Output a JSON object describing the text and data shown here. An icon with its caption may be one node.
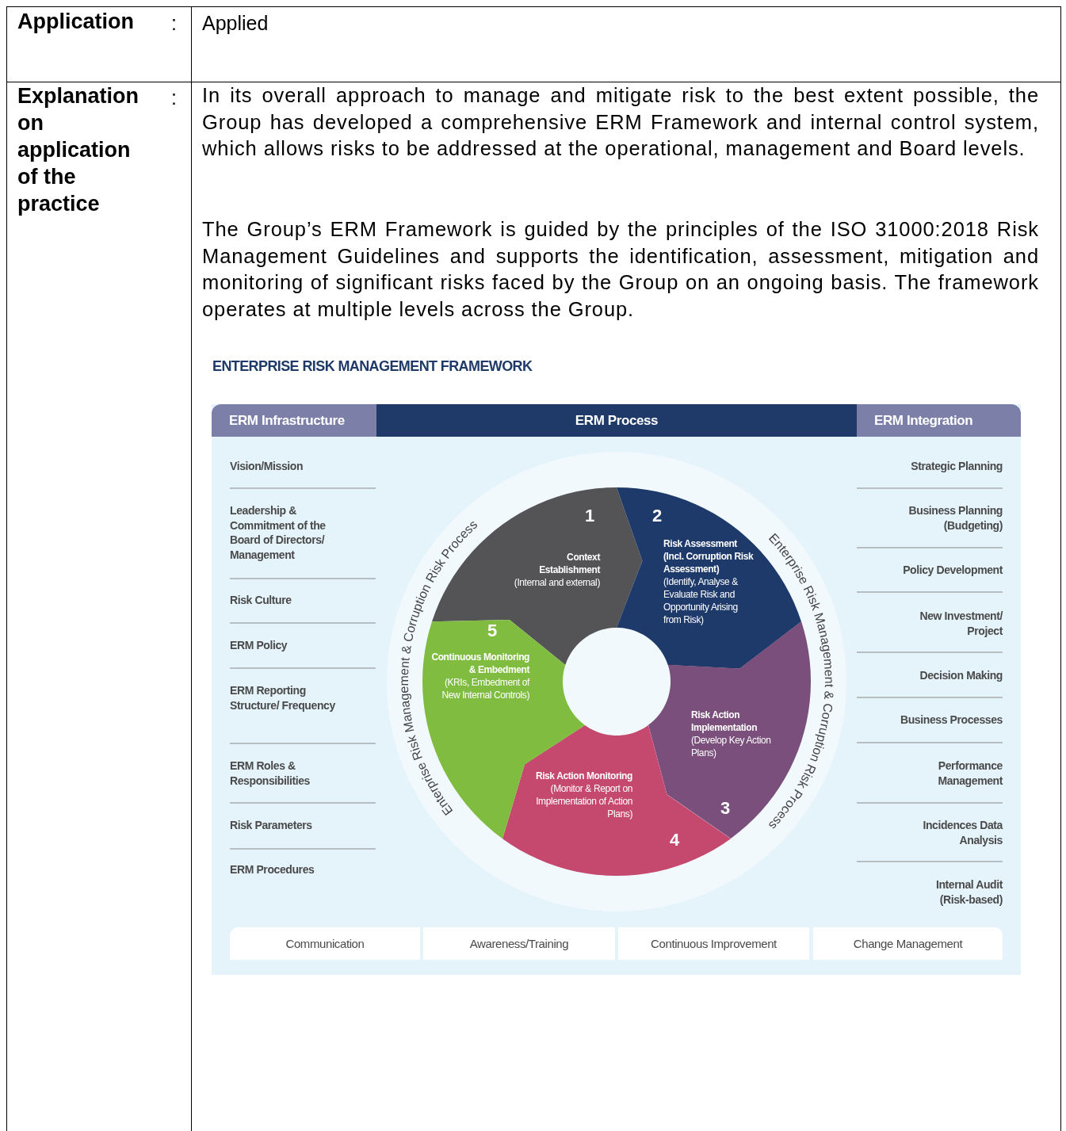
{
  "diagram": {
    "title": "ENTERPRISE RISK MANAGEMENT FRAMEWORK",
    "nodes": [
      {
        "text": [
          "ERM Infrastructure"
        ]
      },
      {
        "text": [
          "ERM Process"
        ]
      },
      {
        "text": [
          "ERM Integration"
        ]
      },
      {
        "text": [
          "1",
          "Context Establishment",
          "(Internal and external)"
        ]
      },
      {
        "text": [
          "2",
          "Risk Assessment (Incl. Corruption Risk Assessment)",
          "(Identify, Analyse & Evaluate Risk and Opportunity Arising from Risk)"
        ]
      },
      {
        "text": [
          "Risk Action Implementation",
          "(Develop Key Action Plans)",
          "3"
        ]
      },
      {
        "text": [
          "Risk Action Monitoring",
          "(Monitor & Report on Implementation of Action Plans)",
          "4"
        ]
      },
      {
        "text": [
          "5",
          "Continuous Monitoring & Embedment",
          "(KRIs, Embedment of New Internal Controls)"
        ]
      },
      {
        "text": [
          "Communication"
        ]
      },
      {
        "text": [
          "Awareness/Training"
        ]
      },
      {
        "text": [
          "Continuous Improvement"
        ]
      },
      {
        "text": [
          "Change Management"
        ]
      }
    ],
    "labels": [
      "Application",
      ":",
      "Applied",
      "Explanation on application of the practice",
      ":",
      "In its overall approach to manage and mitigate risk to the best extent possible, the Group has developed a comprehensive ERM Framework and internal control system, which allows risks to be addressed at the operational, management and Board levels.",
      "The Group’s ERM Framework is guided by the principles of the ISO 31000:2018 Risk Management Guidelines and supports the identification, assessment, mitigation and monitoring of significant risks faced by the Group on an ongoing basis. The framework operates at multiple levels across the Group.",
      "Vision/Mission",
      "Leadership & Commitment of the Board of Directors/ Management",
      "Risk Culture",
      "ERM Policy",
      "ERM Reporting Structure/ Frequency",
      "ERM Roles & Responsibilities",
      "Risk Parameters",
      "ERM Procedures",
      "Strategic Planning",
      "Business Planning (Budgeting)",
      "Policy Development",
      "New Investment/ Project",
      "Decision Making",
      "Business Processes",
      "Performance Management",
      "Incidences Data Analysis",
      "Internal Audit (Risk-based)",
      "Enterprise Risk Management & Corruption Risk Process",
      "Enterprise Risk Management & Corruption Risk Process"
    ]
  }
}
